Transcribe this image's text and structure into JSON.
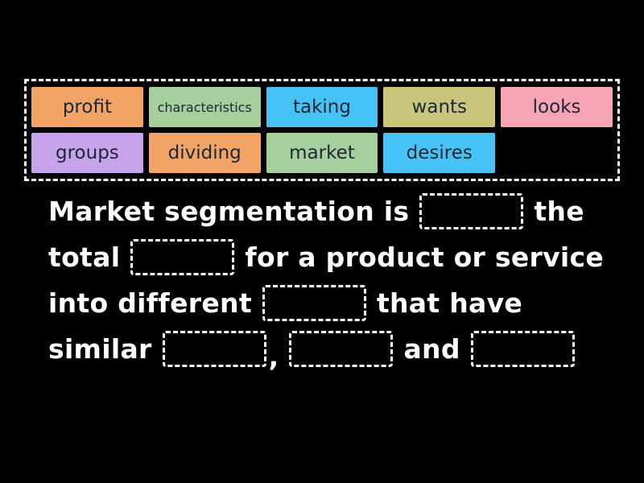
{
  "background_color": "#000000",
  "word_bank": {
    "border_color": "#ffffff",
    "tile_text_color": "#1e2633",
    "tiles": [
      {
        "label": "profit",
        "color": "#F2A466"
      },
      {
        "label": "characteristics",
        "color": "#A5CF9D"
      },
      {
        "label": "taking",
        "color": "#45C2F6"
      },
      {
        "label": "wants",
        "color": "#C9C57C"
      },
      {
        "label": "looks",
        "color": "#F7A4B4"
      },
      {
        "label": "groups",
        "color": "#C6A3EB"
      },
      {
        "label": "dividing",
        "color": "#F2A466"
      },
      {
        "label": "market",
        "color": "#A5CF9D"
      },
      {
        "label": "desires",
        "color": "#45C2F6"
      }
    ]
  },
  "sentence": {
    "text_color": "#ffffff",
    "full_text": "Market segmentation is ___ the total ___ for a product or service into different ___ that have similar ___, ___ and ___",
    "lines": [
      [
        {
          "type": "text",
          "text": "Market segmentation is"
        },
        {
          "type": "blank"
        },
        {
          "type": "text",
          "text": "the"
        }
      ],
      [
        {
          "type": "text",
          "text": "total"
        },
        {
          "type": "blank"
        },
        {
          "type": "text",
          "text": "for a product or service"
        }
      ],
      [
        {
          "type": "text",
          "text": "into different"
        },
        {
          "type": "blank"
        },
        {
          "type": "text",
          "text": "that have"
        }
      ],
      [
        {
          "type": "text",
          "text": "similar"
        },
        {
          "type": "blank"
        },
        {
          "type": "punct",
          "text": ","
        },
        {
          "type": "blank"
        },
        {
          "type": "text",
          "text": "and"
        },
        {
          "type": "blank"
        }
      ]
    ]
  }
}
